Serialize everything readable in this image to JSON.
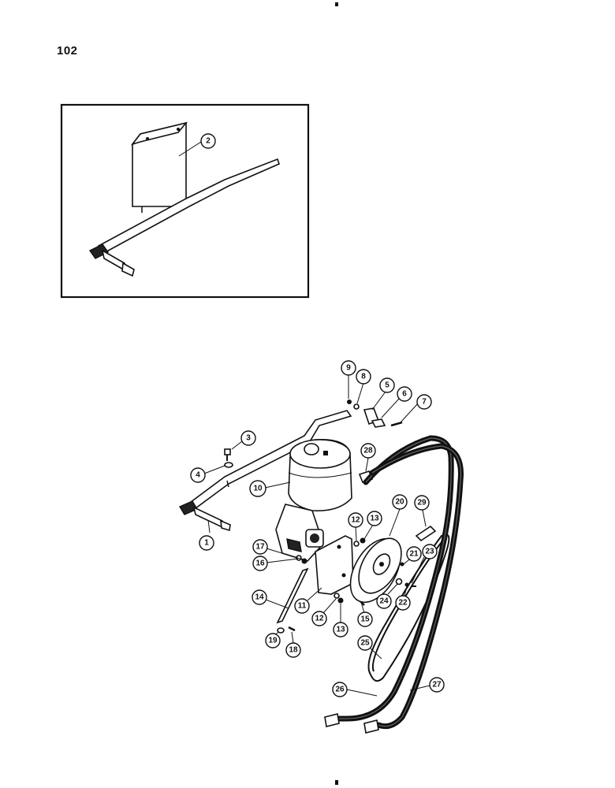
{
  "page": {
    "number": "102"
  },
  "inset": {
    "callouts": [
      "2"
    ]
  },
  "main": {
    "callouts": [
      "1",
      "3",
      "4",
      "5",
      "6",
      "7",
      "8",
      "9",
      "10",
      "11",
      "12",
      "12",
      "13",
      "13",
      "14",
      "15",
      "16",
      "17",
      "18",
      "19",
      "20",
      "21",
      "22",
      "23",
      "24",
      "25",
      "26",
      "27",
      "28",
      "29"
    ]
  }
}
